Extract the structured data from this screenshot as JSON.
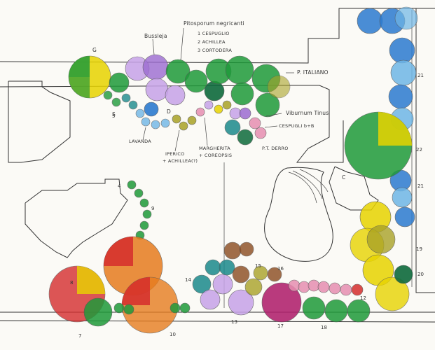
{
  "labels": {
    "buddleja": "Bussleja",
    "pittosporum": "Pitosporum negricanti",
    "list_1": "1 CESPUGLIO",
    "list_2": "2 ACHILLEA",
    "list_3": "3 CORTODERA",
    "p_italiano": "P. ITALIANO",
    "viburnum": "Viburnum Tinus",
    "cespugli": "CESPUGLI b+B",
    "p_t": "P.T. DERRO",
    "lavanda": "LAVANDA",
    "iperico": "IPERICO",
    "iperico2": "+ ACHILLEA(?)",
    "margherita": "MARGHERITA",
    "margherita2": "+ COREOPSIS",
    "d_label": "D",
    "c_label": "C",
    "g_label": "G",
    "s_label": "S"
  },
  "numbers": {
    "n4": "4",
    "n5": "5",
    "n7": "7",
    "n8": "8",
    "n9": "9",
    "n10": "10",
    "n13": "13",
    "n14": "14",
    "n15": "15",
    "n16": "16",
    "n17": "17",
    "n18": "18",
    "n19": "19",
    "n20": "20",
    "n21a": "21",
    "n21b": "21",
    "n22": "22",
    "n12": "12"
  },
  "colors": {
    "yellow": "#e8d400",
    "green": "#1f9a3a",
    "dark_green": "#0e6b3c",
    "blue": "#2c7bd0",
    "light_blue": "#6fb6e6",
    "purple": "#9c6bd1",
    "lilac": "#c7a3e8",
    "magenta": "#b0206d",
    "pink": "#e78fb1",
    "red": "#d52d2d",
    "orange": "#e77c1e",
    "brown": "#8a4a1e",
    "olive": "#a9a227",
    "teal": "#1b8a8c"
  }
}
